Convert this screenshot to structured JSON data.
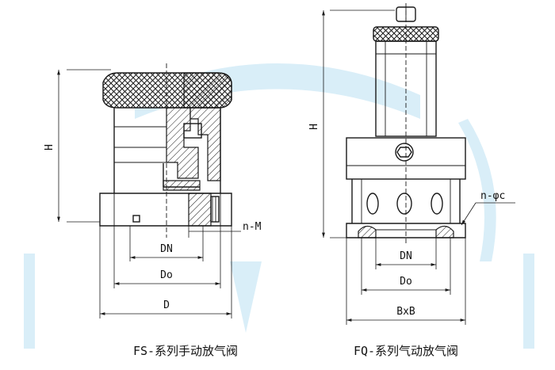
{
  "watermark_color": "#d9eef8",
  "left": {
    "dim_h": "H",
    "dim_dn": "DN",
    "dim_do": "Do",
    "dim_d": "D",
    "dim_nm": "n-M",
    "caption": "FS-系列手动放气阀"
  },
  "right": {
    "dim_h": "H",
    "dim_dn": "DN",
    "dim_do": "Do",
    "dim_bxb": "BxB",
    "dim_nphic": "n-φc",
    "caption": "FQ-系列气动放气阀"
  }
}
